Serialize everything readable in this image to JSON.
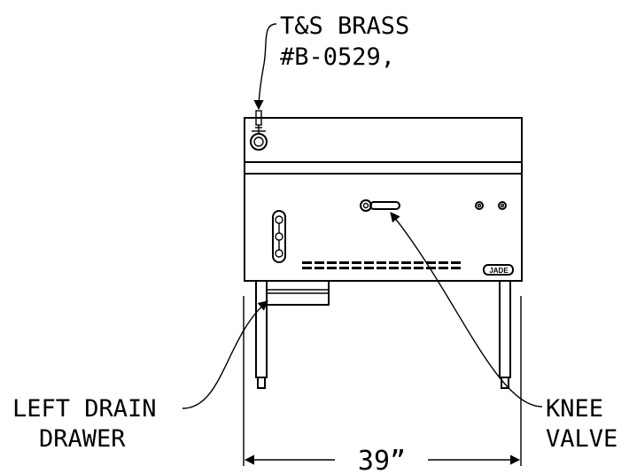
{
  "callouts": {
    "faucet_line1": "T&S BRASS",
    "faucet_line2": "#B-0529,",
    "drain_line1": "LEFT DRAIN",
    "drain_line2": "DRAWER",
    "valve_line1": "KNEE",
    "valve_line2": "VALVE"
  },
  "dimension": {
    "width_label": "39”"
  },
  "brand": {
    "logo_text": "JADE"
  },
  "icons": {
    "faucet": "faucet-icon",
    "knee_valve": "knee-valve-icon",
    "knobs": "control-knob-icon",
    "drain_drawer": "drain-drawer-icon",
    "logo": "jade-logo"
  }
}
